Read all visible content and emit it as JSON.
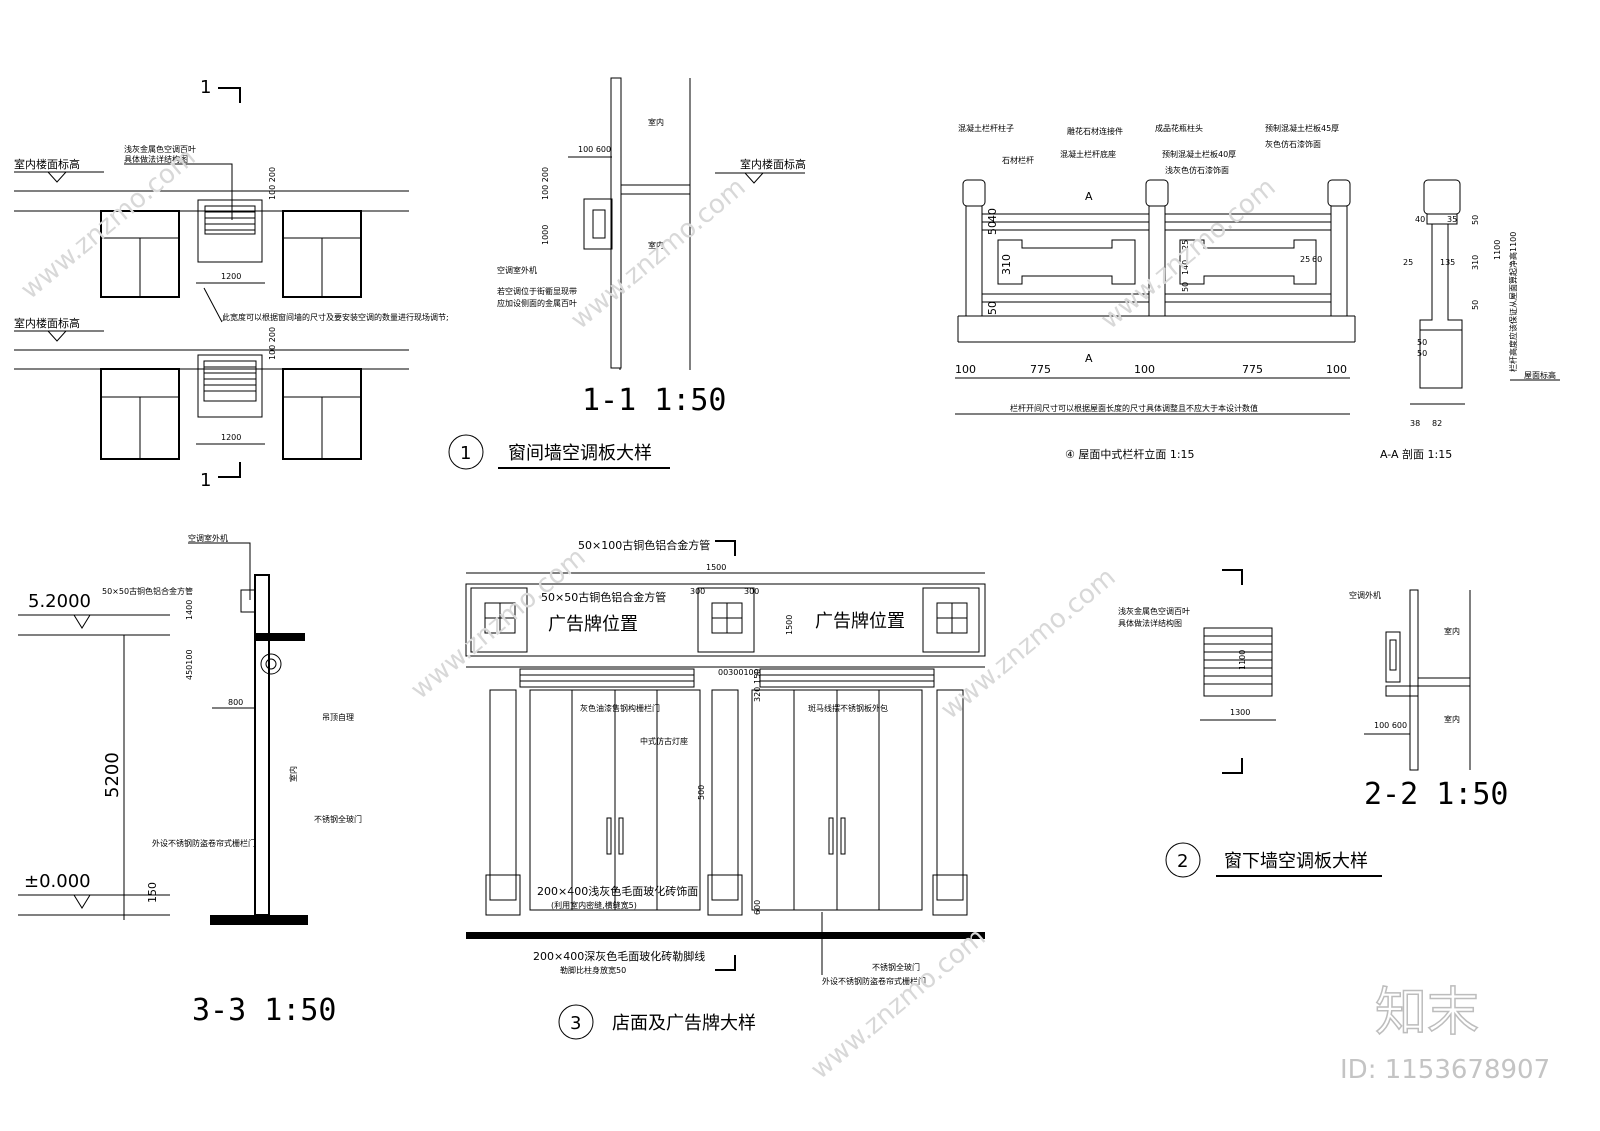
{
  "detail1": {
    "section_mark": "1",
    "floor_label_top": "室内楼面标高",
    "floor_label_bottom": "室内楼面标高",
    "louver_note_1": "浅灰金属色空调百叶",
    "louver_note_2": "具体做法详结构图",
    "width_top": "1200",
    "width_bottom": "1200",
    "dim_top": "100 200",
    "dim_bottom": "100 200",
    "width_note": "此宽度可以根据窗间墙的尺寸及要安装空调的数量进行现场调节;",
    "title_num": "1",
    "title": "窗间墙空调板大样"
  },
  "section11": {
    "dim_top": "100 600",
    "interior_top": "室内",
    "interior_bottom": "室内",
    "floor_label": "室内楼面标高",
    "dim_v1": "100 200",
    "dim_v2": "1000",
    "unit_label": "空调室外机",
    "note_1": "若空调位于街衢显现带",
    "note_2": "应加设侧面的金属百叶",
    "title": "1-1  1:50"
  },
  "railing": {
    "labels": [
      "混凝土栏杆柱子",
      "雕花石材连接件",
      "成品花瓶柱头",
      "预制混凝土栏板45厚",
      "石材栏杆",
      "混凝土栏杆底座",
      "预制混凝土栏板40厚",
      "浅灰色仿石漆饰面",
      "灰色仿石漆饰面"
    ],
    "section_mark": "A",
    "dims_h": [
      "100",
      "775",
      "100",
      "775",
      "100"
    ],
    "dims_v_left": [
      "40",
      "50",
      "310",
      "50"
    ],
    "dims_v_right": [
      "25",
      "140",
      "50",
      "25",
      "60"
    ],
    "note": "栏杆开间尺寸可以根据屋面长度的尺寸具体调整且不应大于本设计数值",
    "title": "④ 屋面中式栏杆立面  1:15"
  },
  "sectionAA": {
    "dims": [
      "40",
      "35",
      "25",
      "135",
      "50",
      "50",
      "38",
      "82"
    ],
    "dims_right": [
      "50",
      "40",
      "310",
      "50",
      "50",
      "1100"
    ],
    "vertical_note": "栏杆高度应该保证从屋面算起净高1100",
    "roof_label": "屋面标高",
    "title": "A-A 剖面  1:15"
  },
  "section33": {
    "unit_label": "空调室外机",
    "pipe_label": "50×50古铜色铝合金方管",
    "level_high": "5.2000",
    "level_zero": "±0.000",
    "dim_1400": "1400",
    "dim_450": "450100",
    "dim_800": "800",
    "dim_5200": "5200",
    "dim_150": "150",
    "ceiling": "吊顶自理",
    "interior": "室内",
    "door": "不锈钢全玻门",
    "shutter": "外设不锈钢防盗卷帘式栅栏门",
    "title": "3-3  1:50"
  },
  "storefront": {
    "pipe_large": "50×100古铜色铝合金方管",
    "pipe_small": "50×50古铜色铝合金方管",
    "dim_1500": "1500",
    "dim_300a": "300",
    "dim_300b": "300",
    "sign_left": "广告牌位置",
    "sign_right": "广告牌位置",
    "dim_1500v": "1500",
    "dim_mid": "00300100",
    "dim_320": "320",
    "dim_150": "150",
    "grille": "灰色油漆售钢构栅栏门",
    "lamp": "中式仿古灯座",
    "frame": "斑马线摆不锈钢板外包",
    "dim_500": "500",
    "tile_1": "200×400浅灰色毛面玻化砖饰面",
    "tile_1b": "(利用室内密缝,横缝宽5)",
    "dim_600": "600",
    "tile_2": "200×400深灰色毛面玻化砖勒脚线",
    "tile_2b": "勒脚比柱身放宽50",
    "door": "不锈钢全玻门",
    "shutter": "外设不锈钢防盗卷帘式栅栏门",
    "title_num": "3",
    "title": "店面及广告牌大样"
  },
  "detail2": {
    "louver_note_1": "浅灰金属色空调百叶",
    "louver_note_2": "具体做法详结构图",
    "dim_1100": "1100",
    "dim_1300": "1300",
    "title_num": "2",
    "title": "窗下墙空调板大样"
  },
  "section22": {
    "unit_label": "空调外机",
    "interior_top": "室内",
    "interior_bottom": "室内",
    "dim": "100 600",
    "title": "2-2  1:50"
  },
  "watermark": {
    "brand": "知末",
    "id": "ID: 1153678907",
    "site": "www.znzmo.com"
  }
}
